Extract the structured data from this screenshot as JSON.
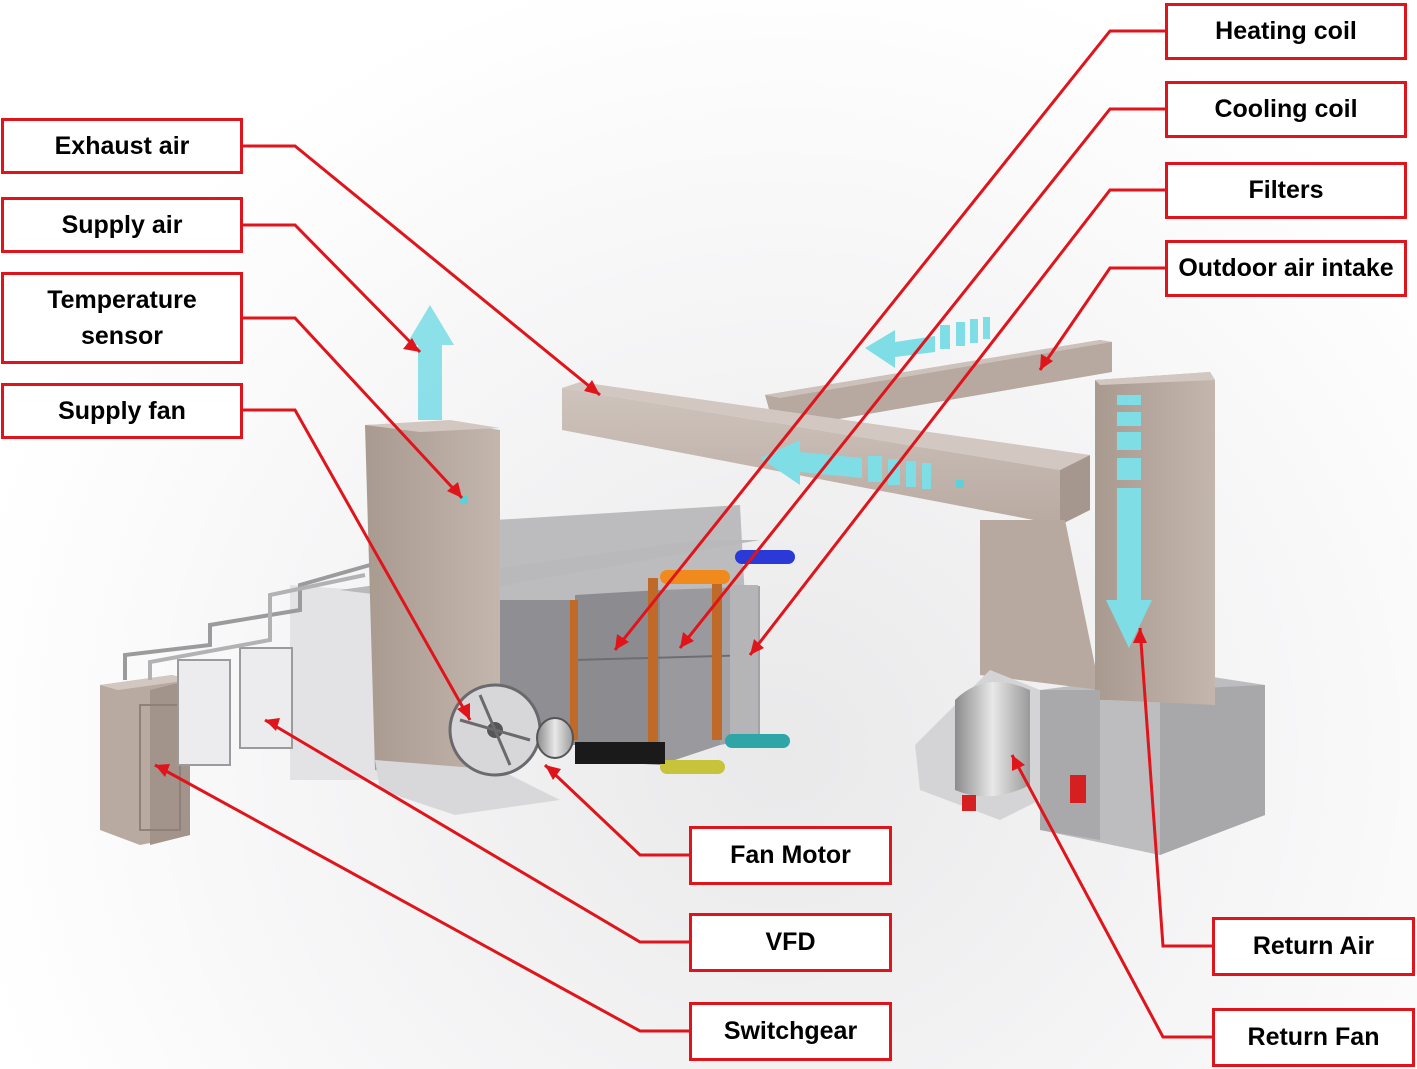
{
  "labels": {
    "exhaust_air": "Exhaust air",
    "supply_air": "Supply air",
    "temperature_sensor": "Temperature\nsensor",
    "supply_fan": "Supply fan",
    "heating_coil": "Heating coil",
    "cooling_coil": "Cooling coil",
    "filters": "Filters",
    "outdoor_air_intake": "Outdoor air intake",
    "fan_motor": "Fan Motor",
    "vfd": "VFD",
    "switchgear": "Switchgear",
    "return_air": "Return Air",
    "return_fan": "Return Fan"
  },
  "colors": {
    "callout": "#e0141b",
    "duct": "#b9aba2",
    "airflow": "#7fdde6",
    "hot_pipe": "#f08a1c",
    "cold_pipe": "#2b39d6",
    "coil_copper": "#c06a2a"
  }
}
